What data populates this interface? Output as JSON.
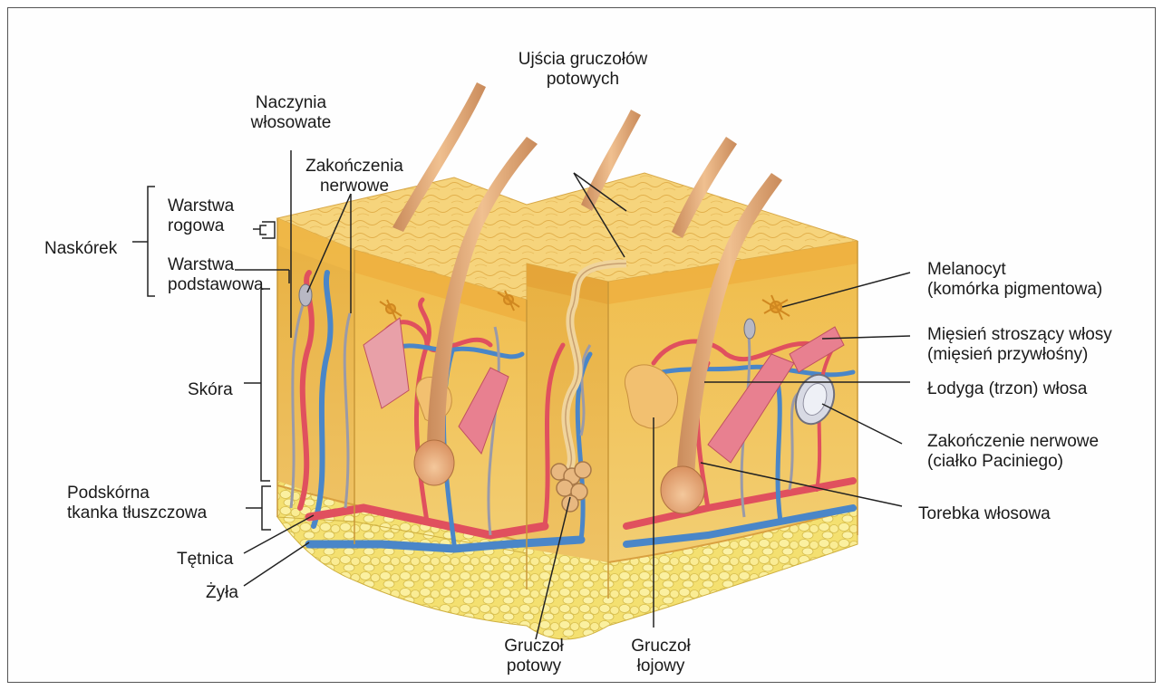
{
  "labels": {
    "ujscia_line1": "Ujścia gruczołów",
    "ujscia_line2": "potowych",
    "naczynia_line1": "Naczynia",
    "naczynia_line2": "włosowate",
    "zakonczenia_line1": "Zakończenia",
    "zakonczenia_line2": "nerwowe",
    "rogowa_line1": "Warstwa",
    "rogowa_line2": "rogowa",
    "podstawowa_line1": "Warstwa",
    "podstawowa_line2": "podstawowa",
    "naskorek": "Naskórek",
    "skora": "Skóra",
    "podskorna_line1": "Podskórna",
    "podskorna_line2": "tkanka tłuszczowa",
    "tetnica": "Tętnica",
    "zyla": "Żyła",
    "potowy_line1": "Gruczoł",
    "potowy_line2": "potowy",
    "lojowy_line1": "Gruczoł",
    "lojowy_line2": "łojowy",
    "melanocyt_line1": "Melanocyt",
    "melanocyt_line2": "(komórka pigmentowa)",
    "miesien_line1": "Mięsień stroszący włosy",
    "miesien_line2": "(mięsień przywłośny)",
    "lodyga": "Łodyga (trzon) włosa",
    "pacini_line1": "Zakończenie nerwowe",
    "pacini_line2": "(ciałko Paciniego)",
    "torebka": "Torebka włosowa"
  },
  "colors": {
    "epidermis": "#f2c25a",
    "dermis": "#eec45e",
    "fat": "#f6e47a",
    "hair": "#e0a070",
    "artery": "#e0505e",
    "vein": "#4a86c8",
    "nerve": "#9a9aa8",
    "leader": "#222222"
  }
}
